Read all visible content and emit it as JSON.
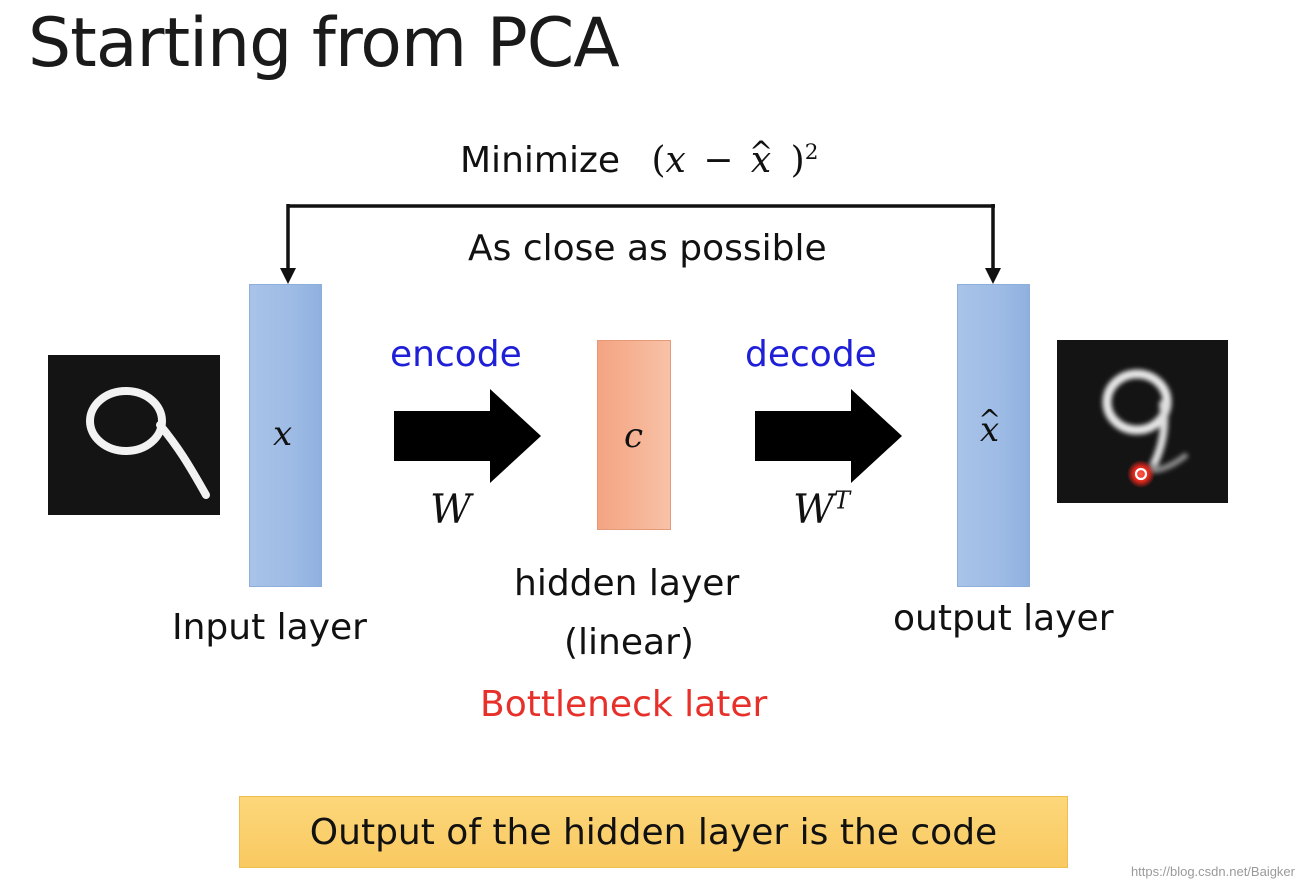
{
  "title": "Starting from PCA",
  "objective": {
    "prefix": "Minimize",
    "open_paren": "(",
    "x": "x",
    "minus": "−",
    "x_hat": "x",
    "hat": "^",
    "close_paren": ")",
    "exponent": "2"
  },
  "close_caption": "As close as possible",
  "input_layer": {
    "symbol": "x",
    "label": "Input layer"
  },
  "encode": {
    "label": "encode",
    "weight": "W"
  },
  "hidden_layer": {
    "symbol": "c",
    "label_line1": "hidden layer",
    "label_line2": "(linear)",
    "note": "Bottleneck later"
  },
  "decode": {
    "label": "decode",
    "weight": "W",
    "weight_sup": "T"
  },
  "output_layer": {
    "symbol": "x",
    "hat": "^",
    "label": "output layer"
  },
  "code_note": "Output of the hidden layer is the code",
  "watermark": "https://blog.csdn.net/Baigker",
  "colors": {
    "encode_decode_text": "#1f1fd8",
    "bottleneck_text": "#e8302a",
    "layer_bar": "#9dbbe5",
    "hidden_bar": "#f6b597",
    "code_box": "#fad06c"
  },
  "images": {
    "input_digit": "handwritten-digit-9",
    "output_digit": "reconstructed-digit-9-with-red-cursor"
  }
}
